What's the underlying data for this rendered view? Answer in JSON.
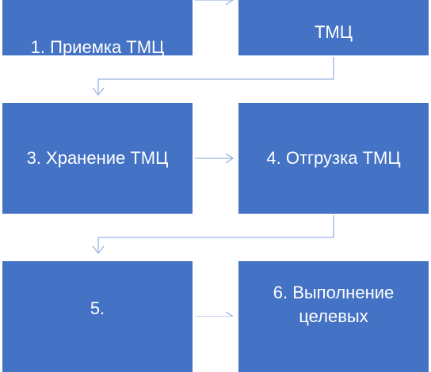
{
  "steps": [
    {
      "label": "1. Приемка ТМЦ"
    },
    {
      "label": "ТМЦ"
    },
    {
      "label": "3. Хранение ТМЦ"
    },
    {
      "label": "4. Отгрузка ТМЦ"
    },
    {
      "label": "5."
    },
    {
      "label": "6. Выполнение целевых"
    }
  ],
  "colors": {
    "box_fill": "#4472c4",
    "box_text": "#ffffff",
    "connector": "#9db5e0"
  }
}
